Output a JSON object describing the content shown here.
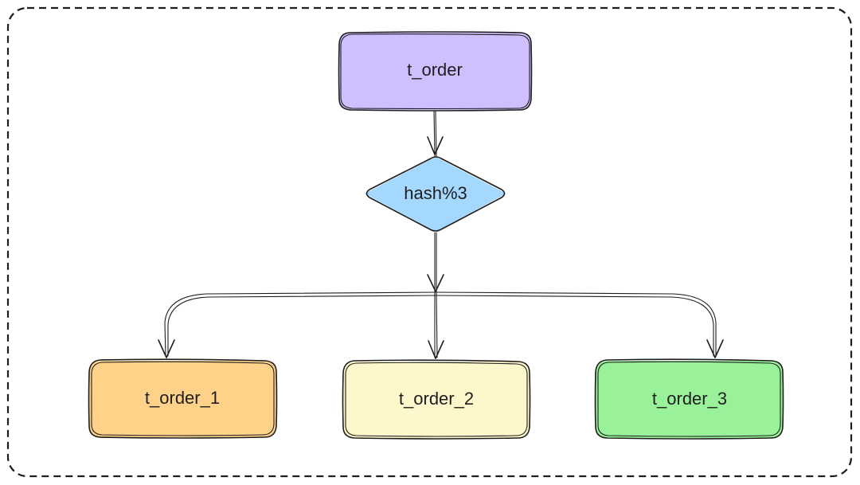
{
  "nodes": {
    "source": {
      "label": "t_order",
      "color": "#d0bfff"
    },
    "router": {
      "label": "hash%3",
      "color": "#a5d8ff"
    },
    "shard_1": {
      "label": "t_order_1",
      "color": "#ffd28a"
    },
    "shard_2": {
      "label": "t_order_2",
      "color": "#fff7cc"
    },
    "shard_3": {
      "label": "t_order_3",
      "color": "#99f29a"
    }
  },
  "colors": {
    "stroke": "#1e1e1e",
    "frame": "#1e1e1e",
    "background": "#ffffff"
  }
}
